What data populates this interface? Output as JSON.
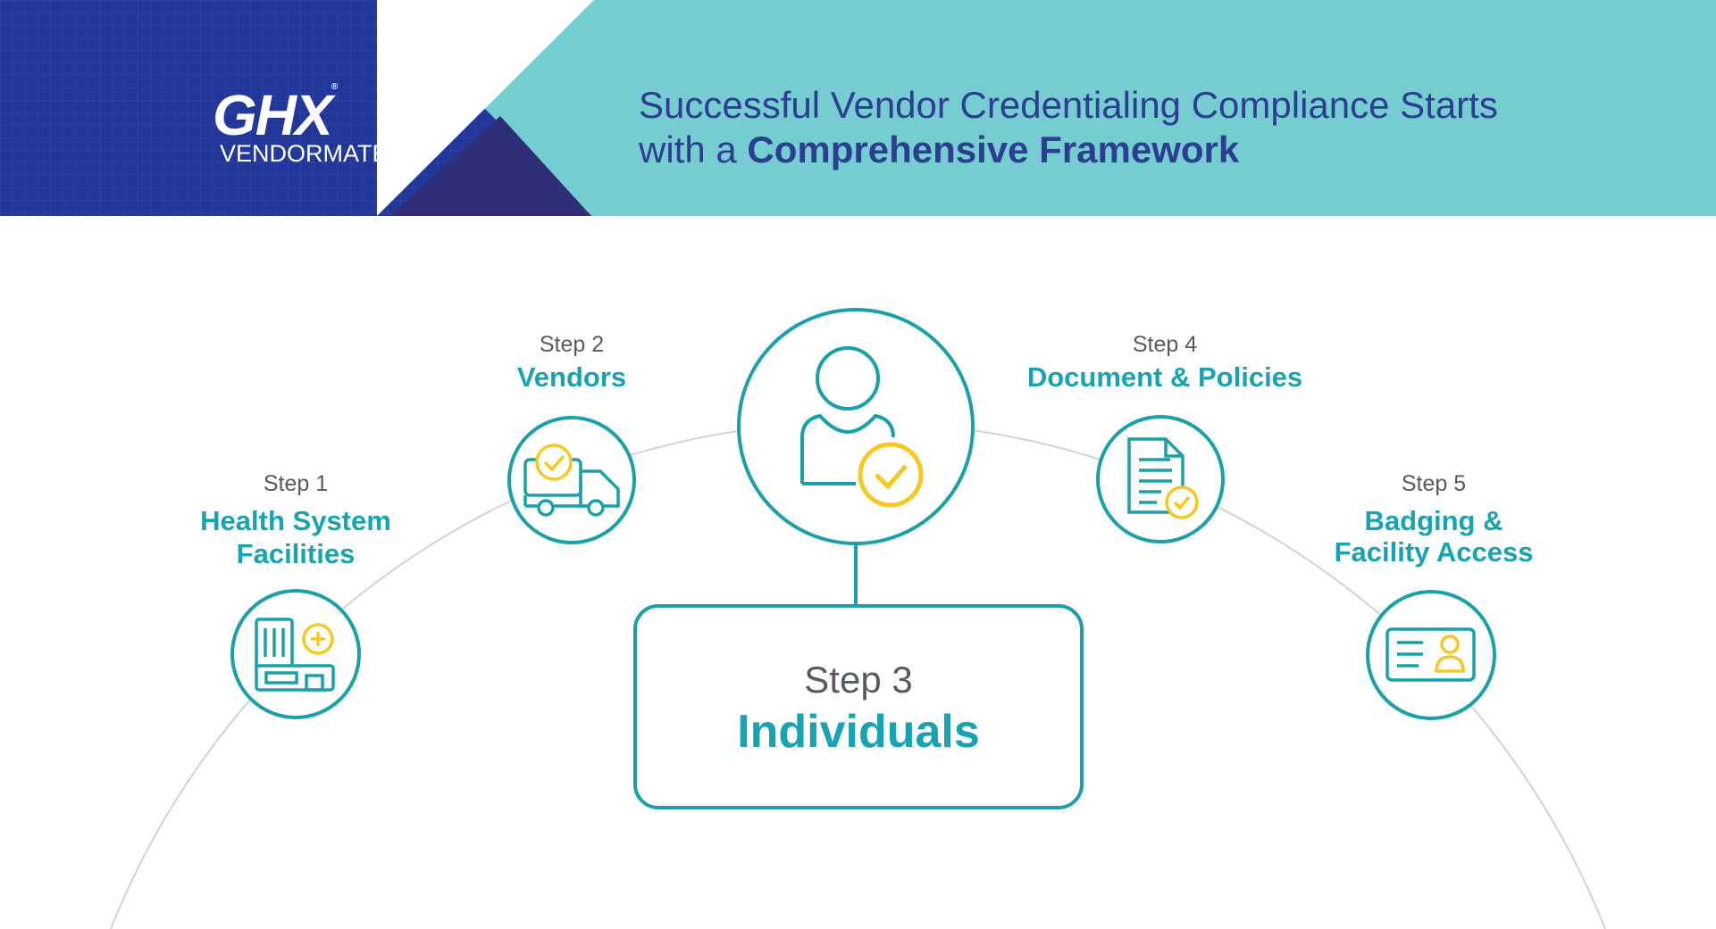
{
  "brand": {
    "logo_text": "GHX",
    "trademark": "®",
    "product": "VENDORMATE"
  },
  "header": {
    "line1": "Successful Vendor Credentialing Compliance Starts",
    "line2_prefix": "with a ",
    "line2_bold": "Comprehensive Framework"
  },
  "steps": [
    {
      "label": "Step 1",
      "title_line1": "Health System",
      "title_line2": "Facilities",
      "icon": "hospital-icon"
    },
    {
      "label": "Step 2",
      "title_line1": "Vendors",
      "icon": "truck-icon"
    },
    {
      "label": "Step 3",
      "title_line1": "Individuals",
      "icon": "person-check-icon"
    },
    {
      "label": "Step 4",
      "title_line1": "Document & Policies",
      "icon": "document-check-icon"
    },
    {
      "label": "Step 5",
      "title_line1": "Badging &",
      "title_line2": "Facility Access",
      "icon": "id-badge-icon"
    }
  ],
  "colors": {
    "navy": "#23379a",
    "deep_navy": "#2e2f78",
    "teal_band": "#75cdd2",
    "teal_stroke": "#1aa0a8",
    "yellow": "#f7c823",
    "arc": "#d2d2d2"
  }
}
